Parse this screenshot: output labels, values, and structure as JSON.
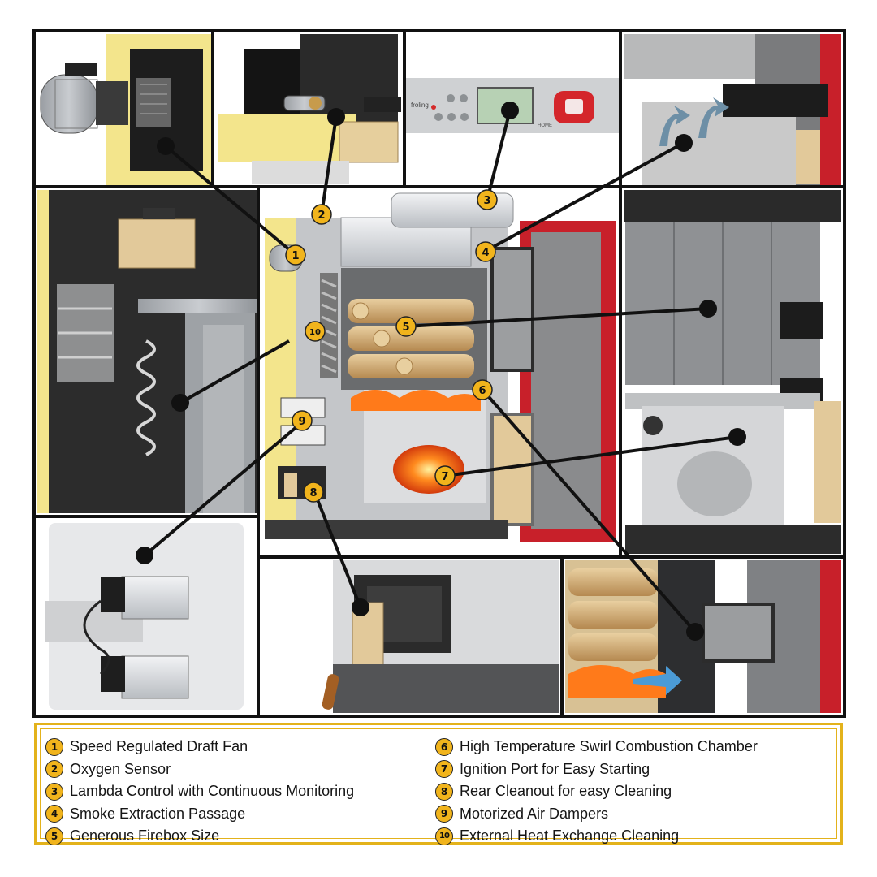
{
  "callouts": [
    {
      "num": "1",
      "label": "Speed Regulated Draft Fan"
    },
    {
      "num": "2",
      "label": "Oxygen Sensor"
    },
    {
      "num": "3",
      "label": "Lambda Control with Continuous Monitoring"
    },
    {
      "num": "4",
      "label": "Smoke Extraction Passage"
    },
    {
      "num": "5",
      "label": "Generous Firebox Size"
    },
    {
      "num": "6",
      "label": "High Temperature Swirl Combustion Chamber"
    },
    {
      "num": "7",
      "label": "Ignition Port for Easy Starting"
    },
    {
      "num": "8",
      "label": "Rear Cleanout for easy Cleaning"
    },
    {
      "num": "9",
      "label": "Motorized Air Dampers"
    },
    {
      "num": "10",
      "label": "External Heat Exchange Cleaning"
    }
  ],
  "control_panel": {
    "brand": "froling",
    "sub": "HOME"
  },
  "colors": {
    "accent": "#f1b41c",
    "legend_border": "#e3b21b",
    "boiler_red": "#c8202a",
    "insulation": "#f2e58e",
    "frame": "#111111"
  },
  "icons": [
    "fan-icon",
    "sensor-icon",
    "display-icon",
    "air-flow-arrow-icon",
    "firewood-icon",
    "flame-icon",
    "damper-icon"
  ]
}
